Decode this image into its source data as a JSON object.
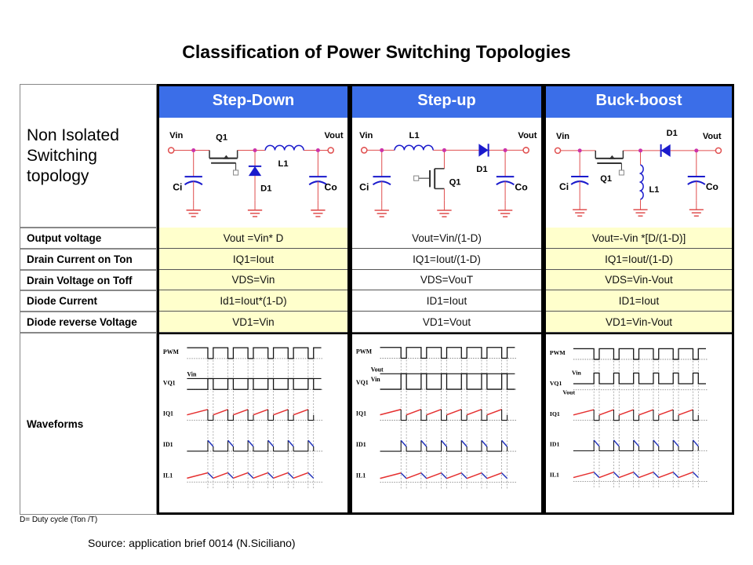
{
  "title": "Classification of Power Switching Topologies",
  "left_header": "Non Isolated Switching topology",
  "columns": [
    {
      "name": "Step-Down",
      "highlight": true
    },
    {
      "name": "Step-up",
      "highlight": false
    },
    {
      "name": "Buck-boost",
      "highlight": true
    }
  ],
  "rows": [
    {
      "label": "Output voltage",
      "values": [
        "Vout =Vin* D",
        "Vout=Vin/(1-D)",
        "Vout=-Vin *[D/(1-D)]"
      ]
    },
    {
      "label": "Drain Current on Ton",
      "values": [
        "IQ1=Iout",
        "IQ1=Iout/(1-D)",
        "IQ1=Iout/(1-D)"
      ]
    },
    {
      "label": "Drain Voltage on Toff",
      "values": [
        "VDS=Vin",
        "VDS=VouT",
        "VDS=Vin-Vout"
      ]
    },
    {
      "label": "Diode Current",
      "values": [
        "Id1=Iout*(1-D)",
        "ID1=Iout",
        "ID1=Iout"
      ]
    },
    {
      "label": "Diode reverse Voltage",
      "values": [
        "VD1=Vin",
        "VD1=Vout",
        "VD1=Vin-Vout"
      ]
    }
  ],
  "waveforms_label": "Waveforms",
  "circuit_labels": {
    "vin": "Vin",
    "vout": "Vout",
    "q1": "Q1",
    "l1": "L1",
    "d1": "D1",
    "ci": "Ci",
    "co": "Co"
  },
  "waveform_signals": [
    "PWM",
    "VQ1",
    "IQ1",
    "ID1",
    "IL1"
  ],
  "waveform_levels": {
    "vin": "Vin",
    "vout": "Vout"
  },
  "colors": {
    "header": "#3b6ee8",
    "highlight": "#ffffcc",
    "wire": "#e05050",
    "node": "#cc33aa",
    "component": "#1a1acc",
    "rise": "#e53030",
    "fall": "#2233bb"
  },
  "footnote": "D= Duty cycle (Ton /T)",
  "source": "Source: application brief 0014 (N.Siciliano)"
}
